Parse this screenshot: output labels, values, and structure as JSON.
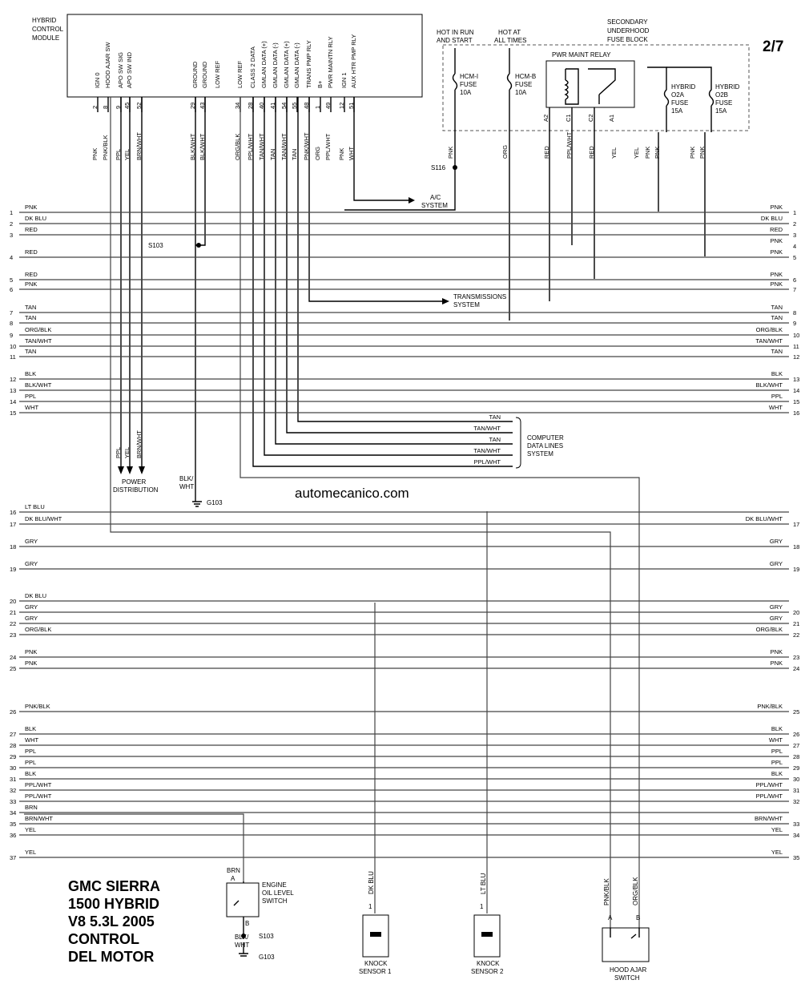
{
  "page_label": "2/7",
  "site": "automecanico.com",
  "title_lines": [
    "GMC SIERRA",
    "1500 HYBRID",
    "V8 5.3L 2005",
    "CONTROL",
    "DEL MOTOR"
  ],
  "hcm": {
    "title": [
      "HYBRID",
      "CONTROL",
      "MODULE"
    ],
    "pins": [
      {
        "func": "IGN 0",
        "pin": "2",
        "color": "PNK"
      },
      {
        "func": "HOOD AJAR SW",
        "pin": "8",
        "color": "PNK/BLK"
      },
      {
        "func": "APO SW SIG",
        "pin": "9",
        "color": "PPL"
      },
      {
        "func": "APO SW IND",
        "pin": "45",
        "color": "YEL"
      },
      {
        "func": "",
        "pin": "52",
        "color": "BRN/WHT"
      },
      {
        "func": "GROUND",
        "pin": "29",
        "color": "BLK/WHT"
      },
      {
        "func": "GROUND",
        "pin": "43",
        "color": "BLK/WHT"
      },
      {
        "func": "LOW REF",
        "pin": "",
        "color": ""
      },
      {
        "func": "LOW REF",
        "pin": "34",
        "color": "ORG/BLK"
      },
      {
        "func": "CLASS 2 DATA",
        "pin": "28",
        "color": "PPL/WHT"
      },
      {
        "func": "GMLAN DATA (+)",
        "pin": "40",
        "color": "TAN/WHT"
      },
      {
        "func": "GMLAN DATA (-)",
        "pin": "41",
        "color": "TAN"
      },
      {
        "func": "GMLAN DATA (+)",
        "pin": "54",
        "color": "TAN/WHT"
      },
      {
        "func": "GMLAN DATA (-)",
        "pin": "55",
        "color": "TAN"
      },
      {
        "func": "TRANS PMP RLY",
        "pin": "48",
        "color": "PNK/WHT"
      },
      {
        "func": "B+",
        "pin": "1",
        "color": "ORG"
      },
      {
        "func": "PWR MAINTN RLY",
        "pin": "49",
        "color": "PPL/WHT"
      },
      {
        "func": "IGN 1",
        "pin": "12",
        "color": "PNK"
      },
      {
        "func": "AUX HTR PMP RLY",
        "pin": "51",
        "color": "WHT"
      }
    ]
  },
  "fuse_block": {
    "title": [
      "SECONDARY",
      "UNDERHOOD",
      "FUSE BLOCK"
    ],
    "hot_in_run": [
      "HOT IN RUN",
      "AND START"
    ],
    "hot_at_all": [
      "HOT AT",
      "ALL TIMES"
    ],
    "hcm_i_fuse": [
      "HCM-I",
      "FUSE",
      "10A"
    ],
    "hcm_b_fuse": [
      "HCM-B",
      "FUSE",
      "10A"
    ],
    "relay_title": "PWR MAINT RELAY",
    "relay_pins": [
      "A2",
      "C1",
      "C2",
      "A1"
    ],
    "o2a_fuse": [
      "HYBRID",
      "O2A",
      "FUSE",
      "15A"
    ],
    "o2b_fuse": [
      "HYBRID",
      "O2B",
      "FUSE",
      "15A"
    ],
    "below_colors": [
      "PNK",
      "ORG",
      "RED",
      "PPL/WHT",
      "RED",
      "YEL",
      "YEL",
      "PNK",
      "PNK",
      "PNK",
      "PNK"
    ]
  },
  "splices": {
    "s116": "S116",
    "s103": "S103",
    "ground": "G103",
    "gnd_wire": [
      "BLK/",
      "WHT"
    ]
  },
  "systems": {
    "ac": [
      "A/C",
      "SYSTEM"
    ],
    "trans": [
      "TRANSMISSIONS",
      "SYSTEM"
    ],
    "data_lines": [
      "COMPUTER",
      "DATA LINES",
      "SYSTEM"
    ],
    "power_dist": [
      "POWER",
      "DISTRIBUTION"
    ],
    "data_wires": [
      "TAN",
      "TAN/WHT",
      "TAN",
      "TAN/WHT",
      "PPL/WHT"
    ],
    "power_wires": [
      "PPL",
      "YEL",
      "BRN/WHT"
    ]
  },
  "left_connector": [
    {
      "n": "1",
      "c": "PNK"
    },
    {
      "n": "2",
      "c": "DK BLU"
    },
    {
      "n": "3",
      "c": "RED"
    },
    {
      "n": "4",
      "c": "RED"
    },
    {
      "n": "5",
      "c": "RED"
    },
    {
      "n": "6",
      "c": "PNK"
    },
    {
      "n": "7",
      "c": "TAN"
    },
    {
      "n": "8",
      "c": "TAN"
    },
    {
      "n": "9",
      "c": "ORG/BLK"
    },
    {
      "n": "10",
      "c": "TAN/WHT"
    },
    {
      "n": "11",
      "c": "TAN"
    },
    {
      "n": "12",
      "c": "BLK"
    },
    {
      "n": "13",
      "c": "BLK/WHT"
    },
    {
      "n": "14",
      "c": "PPL"
    },
    {
      "n": "15",
      "c": "WHT"
    },
    {
      "n": "16",
      "c": "LT BLU"
    },
    {
      "n": "17",
      "c": "DK BLU/WHT"
    },
    {
      "n": "18",
      "c": "GRY"
    },
    {
      "n": "19",
      "c": "GRY"
    },
    {
      "n": "20",
      "c": "DK BLU"
    },
    {
      "n": "21",
      "c": "GRY"
    },
    {
      "n": "22",
      "c": "GRY"
    },
    {
      "n": "23",
      "c": "ORG/BLK"
    },
    {
      "n": "24",
      "c": "PNK"
    },
    {
      "n": "25",
      "c": "PNK"
    },
    {
      "n": "26",
      "c": "PNK/BLK"
    },
    {
      "n": "27",
      "c": "BLK"
    },
    {
      "n": "28",
      "c": "WHT"
    },
    {
      "n": "29",
      "c": "PPL"
    },
    {
      "n": "30",
      "c": "PPL"
    },
    {
      "n": "31",
      "c": "BLK"
    },
    {
      "n": "32",
      "c": "PPL/WHT"
    },
    {
      "n": "33",
      "c": "PPL/WHT"
    },
    {
      "n": "34",
      "c": "BRN"
    },
    {
      "n": "35",
      "c": "BRN/WHT"
    },
    {
      "n": "36",
      "c": "YEL"
    },
    {
      "n": "37",
      "c": "YEL"
    }
  ],
  "right_connector": [
    {
      "n": "1",
      "c": "PNK"
    },
    {
      "n": "2",
      "c": "DK BLU"
    },
    {
      "n": "3",
      "c": "RED"
    },
    {
      "n": "4",
      "c": "PNK"
    },
    {
      "n": "5",
      "c": "PNK"
    },
    {
      "n": "6",
      "c": "PNK"
    },
    {
      "n": "7",
      "c": "PNK"
    },
    {
      "n": "8",
      "c": "TAN"
    },
    {
      "n": "9",
      "c": "TAN"
    },
    {
      "n": "10",
      "c": "ORG/BLK"
    },
    {
      "n": "11",
      "c": "TAN/WHT"
    },
    {
      "n": "12",
      "c": "TAN"
    },
    {
      "n": "13",
      "c": "BLK"
    },
    {
      "n": "14",
      "c": "BLK/WHT"
    },
    {
      "n": "15",
      "c": "PPL"
    },
    {
      "n": "16",
      "c": "WHT"
    },
    {
      "n": "17",
      "c": "DK BLU/WHT"
    },
    {
      "n": "18",
      "c": "GRY"
    },
    {
      "n": "19",
      "c": "GRY"
    },
    {
      "n": "20",
      "c": "GRY"
    },
    {
      "n": "21",
      "c": "GRY"
    },
    {
      "n": "22",
      "c": "ORG/BLK"
    },
    {
      "n": "23",
      "c": "PNK"
    },
    {
      "n": "24",
      "c": "PNK"
    },
    {
      "n": "25",
      "c": "PNK/BLK"
    },
    {
      "n": "26",
      "c": "BLK"
    },
    {
      "n": "27",
      "c": "WHT"
    },
    {
      "n": "28",
      "c": "PPL"
    },
    {
      "n": "29",
      "c": "PPL"
    },
    {
      "n": "30",
      "c": "BLK"
    },
    {
      "n": "31",
      "c": "PPL/WHT"
    },
    {
      "n": "32",
      "c": "PPL/WHT"
    },
    {
      "n": "33",
      "c": "BRN/WHT"
    },
    {
      "n": "34",
      "c": "YEL"
    },
    {
      "n": "35",
      "c": "YEL"
    }
  ],
  "components": {
    "oil_switch": {
      "name": [
        "ENGINE",
        "OIL LEVEL",
        "SWITCH"
      ],
      "wire": "BRN",
      "pin_a": "A",
      "pin_b": "B",
      "splice": "S103",
      "ground": "G103",
      "gnd_wire": [
        "BLK/",
        "WHT"
      ]
    },
    "knock1": {
      "name": [
        "KNOCK",
        "SENSOR 1"
      ],
      "wire": "DK BLU",
      "pin": "1"
    },
    "knock2": {
      "name": [
        "KNOCK",
        "SENSOR 2"
      ],
      "wire": "LT BLU",
      "pin": "1"
    },
    "hood": {
      "name": [
        "HOOD AJAR",
        "SWITCH"
      ],
      "wire_a": "PNK/BLK",
      "wire_b": "ORG/BLK",
      "pin_a": "A",
      "pin_b": "B"
    }
  }
}
